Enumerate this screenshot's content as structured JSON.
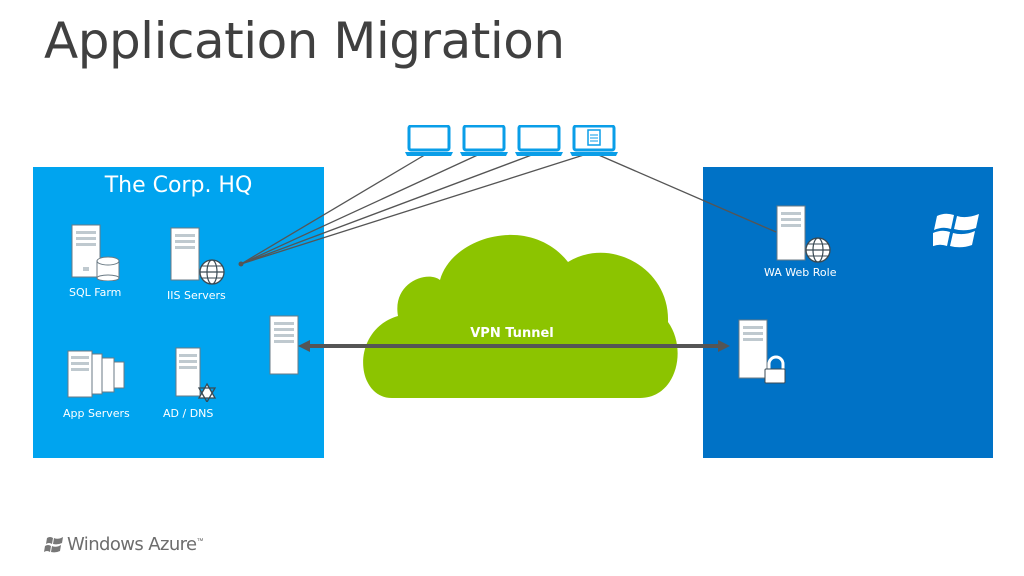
{
  "slide": {
    "title": "Application Migration"
  },
  "hq": {
    "title": "The Corp. HQ",
    "nodes": {
      "sql": "SQL Farm",
      "iis": "IIS Servers",
      "app": "App Servers",
      "ad": "AD / DNS"
    }
  },
  "tunnel": {
    "label": "VPN Tunnel"
  },
  "azure": {
    "web_role": "WA Web Role"
  },
  "footer": {
    "logo_text": "Windows Azure",
    "trademark": "™"
  },
  "colors": {
    "hq_blue": "#00a4ef",
    "azure_blue": "#0072c6",
    "cloud_green": "#8cc400",
    "connector": "#555555"
  }
}
